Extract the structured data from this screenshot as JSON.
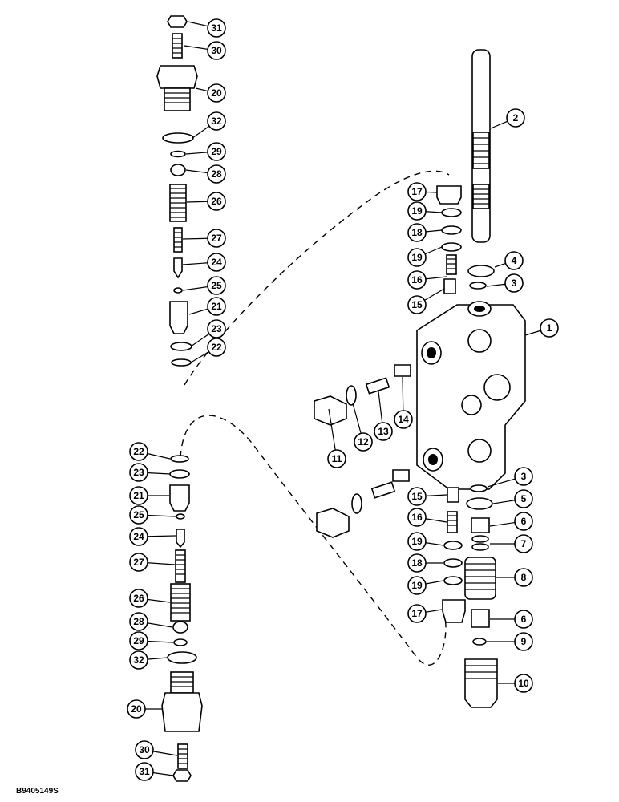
{
  "figure_id": "B9405149S",
  "callouts": [
    {
      "n": "31"
    },
    {
      "n": "30"
    },
    {
      "n": "20"
    },
    {
      "n": "32"
    },
    {
      "n": "29"
    },
    {
      "n": "28"
    },
    {
      "n": "26"
    },
    {
      "n": "27"
    },
    {
      "n": "24"
    },
    {
      "n": "25"
    },
    {
      "n": "21"
    },
    {
      "n": "23"
    },
    {
      "n": "22"
    },
    {
      "n": "2"
    },
    {
      "n": "17"
    },
    {
      "n": "19"
    },
    {
      "n": "18"
    },
    {
      "n": "19"
    },
    {
      "n": "4"
    },
    {
      "n": "16"
    },
    {
      "n": "3"
    },
    {
      "n": "15"
    },
    {
      "n": "1"
    },
    {
      "n": "14"
    },
    {
      "n": "13"
    },
    {
      "n": "12"
    },
    {
      "n": "11"
    },
    {
      "n": "22"
    },
    {
      "n": "23"
    },
    {
      "n": "21"
    },
    {
      "n": "25"
    },
    {
      "n": "24"
    },
    {
      "n": "27"
    },
    {
      "n": "26"
    },
    {
      "n": "28"
    },
    {
      "n": "29"
    },
    {
      "n": "32"
    },
    {
      "n": "20"
    },
    {
      "n": "30"
    },
    {
      "n": "31"
    },
    {
      "n": "3"
    },
    {
      "n": "15"
    },
    {
      "n": "5"
    },
    {
      "n": "16"
    },
    {
      "n": "6"
    },
    {
      "n": "7"
    },
    {
      "n": "19"
    },
    {
      "n": "18"
    },
    {
      "n": "8"
    },
    {
      "n": "19"
    },
    {
      "n": "17"
    },
    {
      "n": "6"
    },
    {
      "n": "9"
    },
    {
      "n": "10"
    }
  ]
}
